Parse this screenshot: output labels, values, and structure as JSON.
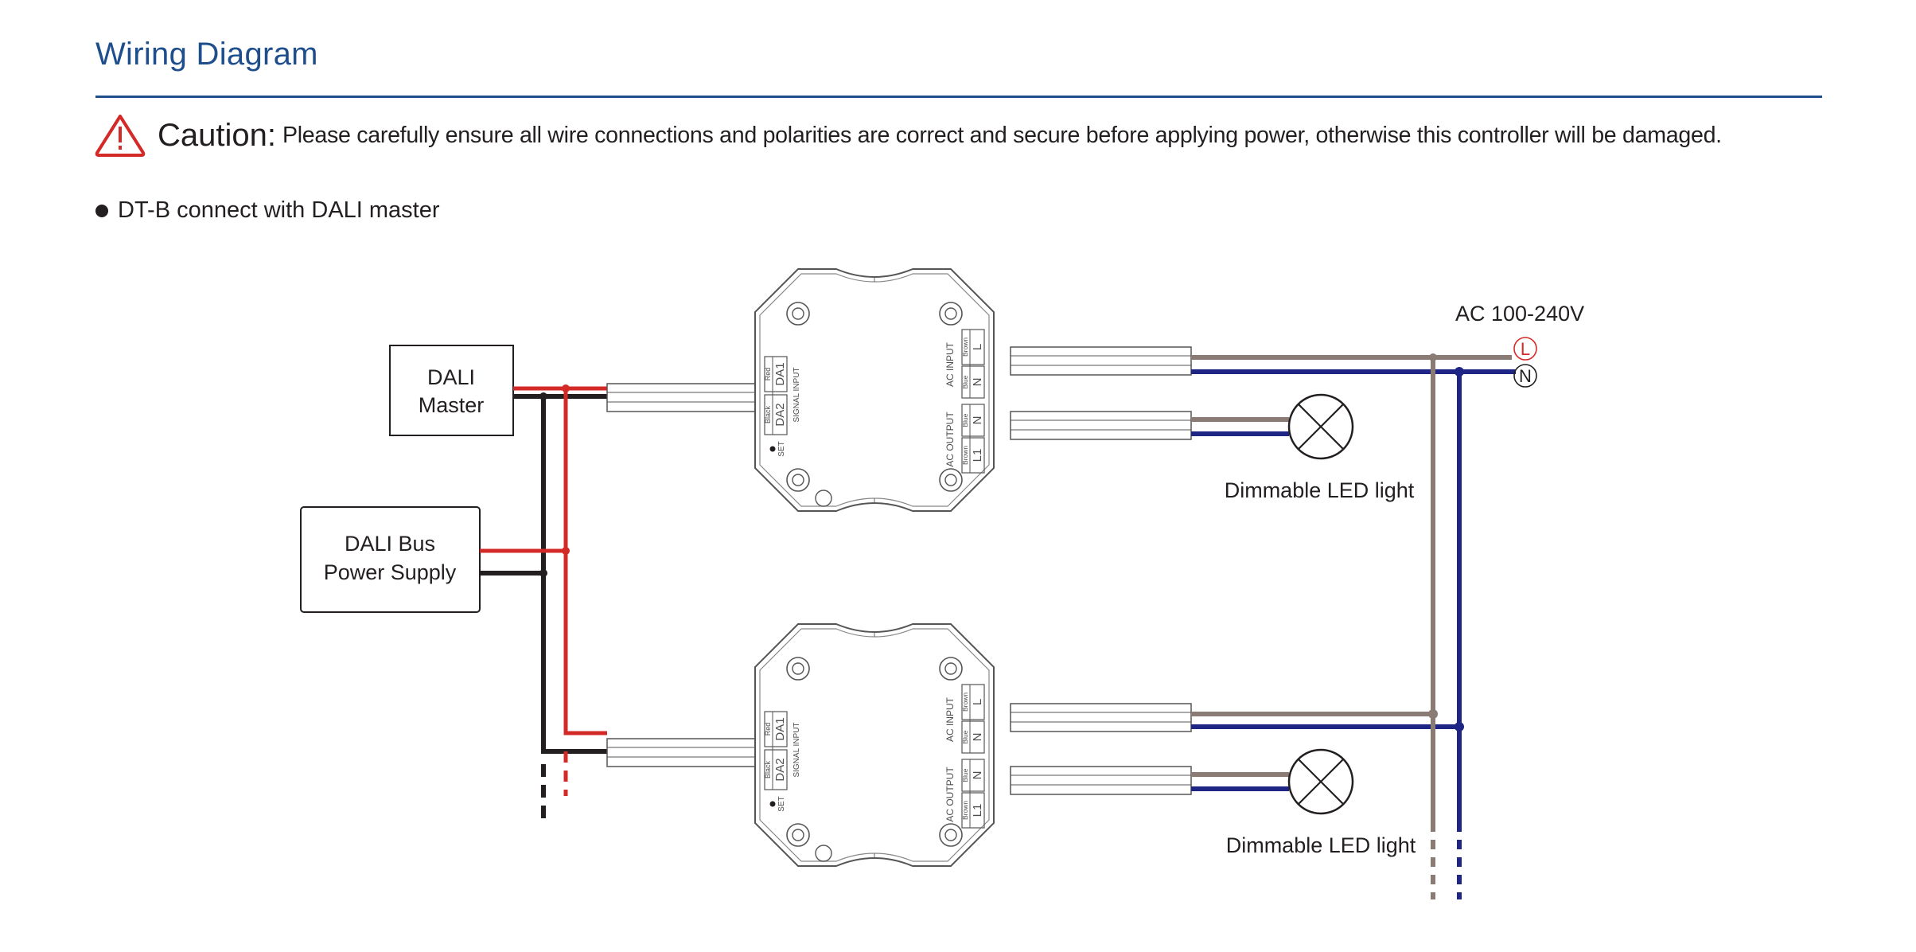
{
  "header": {
    "title": "Wiring Diagram"
  },
  "caution": {
    "icon": "warning-triangle-icon",
    "label": "Caution:",
    "message": "Please carefully ensure all wire connections and polarities are correct and secure before applying power, otherwise this controller will be damaged."
  },
  "section": {
    "bullet_text": "DT-B connect with DALI master"
  },
  "diagram": {
    "dali_master": {
      "line1": "DALI",
      "line2": "Master"
    },
    "dali_bus_power": {
      "line1": "DALI Bus",
      "line2": "Power Supply"
    },
    "ac_supply": {
      "label": "AC 100-240V",
      "l_terminal": "L",
      "n_terminal": "N"
    },
    "controllers": [
      {
        "signal_input_label": "SIGNAL INPUT",
        "set_label": "SET",
        "da1": {
          "color": "Red",
          "terminal": "DA1"
        },
        "da2": {
          "color": "Black",
          "terminal": "DA2"
        },
        "ac_input_label": "AC INPUT",
        "ac_input": [
          {
            "color": "Brown",
            "terminal": "L"
          },
          {
            "color": "Blue",
            "terminal": "N"
          }
        ],
        "ac_output_label": "AC OUTPUT",
        "ac_output": [
          {
            "color": "Blue",
            "terminal": "N"
          },
          {
            "color": "Brown",
            "terminal": "L1"
          }
        ],
        "load_label": "Dimmable LED light"
      },
      {
        "signal_input_label": "SIGNAL INPUT",
        "set_label": "SET",
        "da1": {
          "color": "Red",
          "terminal": "DA1"
        },
        "da2": {
          "color": "Black",
          "terminal": "DA2"
        },
        "ac_input_label": "AC INPUT",
        "ac_input": [
          {
            "color": "Brown",
            "terminal": "L"
          },
          {
            "color": "Blue",
            "terminal": "N"
          }
        ],
        "ac_output_label": "AC OUTPUT",
        "ac_output": [
          {
            "color": "Blue",
            "terminal": "N"
          },
          {
            "color": "Brown",
            "terminal": "L1"
          }
        ],
        "load_label": "Dimmable LED light"
      }
    ],
    "colors": {
      "title": "#1f4e8c",
      "dali_positive": "#d42a27",
      "dali_negative": "#231f20",
      "live_brown": "#8a7b74",
      "neutral_blue": "#1e2585",
      "warning": "#d42a27"
    }
  }
}
